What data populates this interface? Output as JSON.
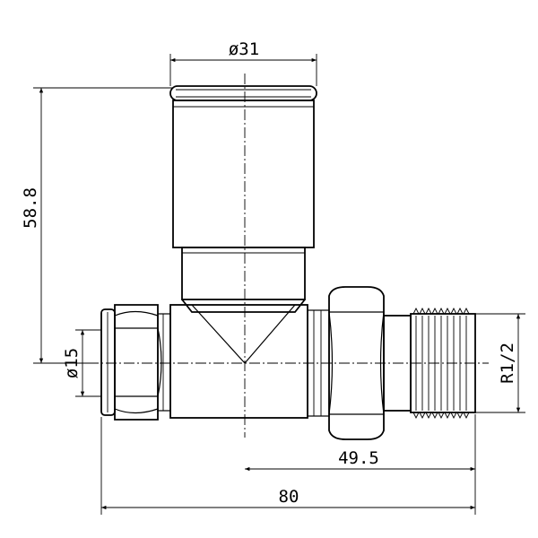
{
  "dimensions": {
    "head_diameter": "ø31",
    "height": "58.8",
    "inlet_diameter": "ø15",
    "thread": "R1/2",
    "offset": "49.5",
    "overall_length": "80"
  }
}
